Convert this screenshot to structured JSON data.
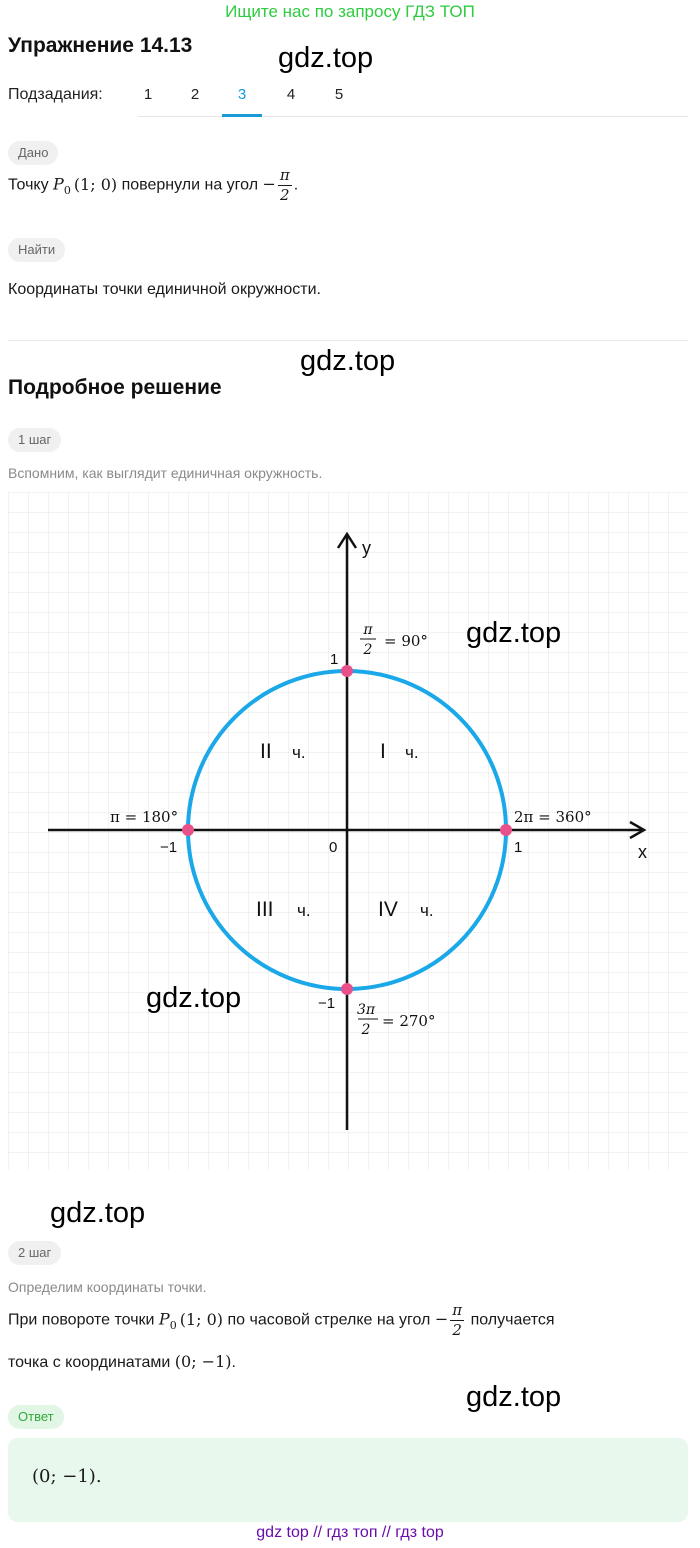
{
  "banner": "Ищите нас по запросу ГДЗ ТОП",
  "title": "Упражнение 14.13",
  "watermark": "gdz.top",
  "subtasks": {
    "label": "Подзадания:",
    "tabs": [
      "1",
      "2",
      "3",
      "4",
      "5"
    ],
    "active": "3"
  },
  "given": {
    "pill": "Дано",
    "text_prefix": "Точку",
    "point": "P",
    "point_sub": "0",
    "point_coords": "(1; 0)",
    "text_middle": "повернули на угол",
    "angle_sign": "−",
    "angle_num": "π",
    "angle_den": "2",
    "text_end": "."
  },
  "find": {
    "pill": "Найти",
    "text": "Координаты точки единичной окружности."
  },
  "solution_heading": "Подробное решение",
  "step1": {
    "pill": "1 шаг",
    "text": "Вспомним, как выглядит единичная окружность."
  },
  "chart_data": {
    "type": "diagram",
    "axis_x_label": "x",
    "axis_y_label": "y",
    "origin_label": "0",
    "tick_labels": {
      "x_pos": "1",
      "x_neg": "−1",
      "y_pos": "1",
      "y_neg": "−1"
    },
    "quadrants": [
      {
        "numeral": "I",
        "suffix": "ч."
      },
      {
        "numeral": "II",
        "suffix": "ч."
      },
      {
        "numeral": "III",
        "suffix": "ч."
      },
      {
        "numeral": "IV",
        "suffix": "ч."
      }
    ],
    "points": [
      {
        "x": 0,
        "y": 1,
        "label_num": "π",
        "label_den": "2",
        "label_rest": "= 90°"
      },
      {
        "x": -1,
        "y": 0,
        "label": "π = 180°"
      },
      {
        "x": 1,
        "y": 0,
        "label": "2π = 360°"
      },
      {
        "x": 0,
        "y": -1,
        "label_num": "3π",
        "label_den": "2",
        "label_rest": "= 270°"
      }
    ],
    "circle_color": "#1aa8e8",
    "point_color": "#e8508a"
  },
  "step2": {
    "pill": "2 шаг",
    "subtitle": "Определим координаты точки.",
    "line1_prefix": "При повороте точки",
    "point": "P",
    "point_sub": "0",
    "point_coords": "(1; 0)",
    "line1_middle": "по часовой стрелке на угол",
    "angle_sign": "−",
    "angle_num": "π",
    "angle_den": "2",
    "line1_end": "получается",
    "line2_prefix": "точка с координатами",
    "result": "(0; −1)",
    "line2_end": "."
  },
  "answer": {
    "pill": "Ответ",
    "value": "(0; −1)."
  },
  "footer": "gdz top  //  гдз топ  //  гдз top"
}
